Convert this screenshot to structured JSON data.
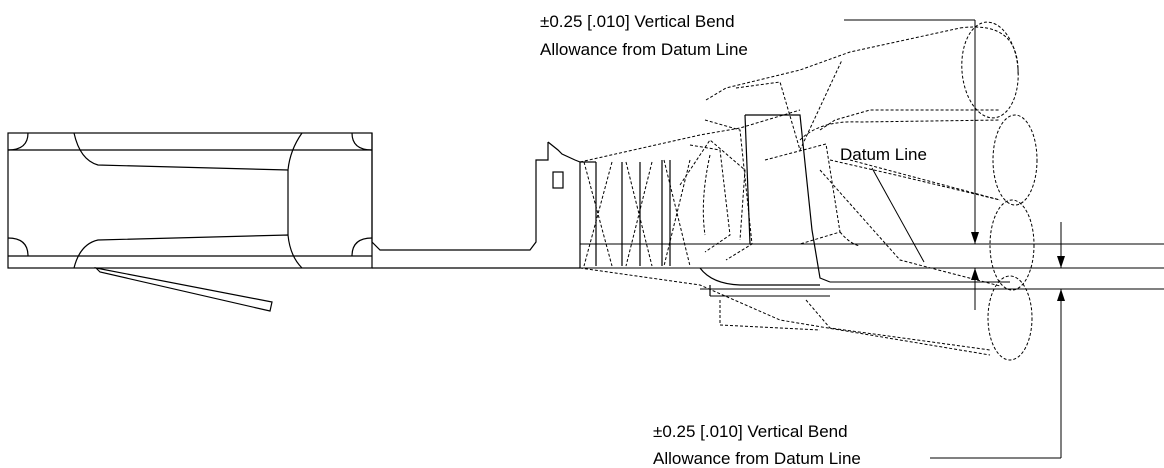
{
  "annotations": {
    "top_line1": "±0.25 [.010] Vertical Bend",
    "top_line2": "Allowance from Datum Line",
    "datum": "Datum Line",
    "bottom_line1": "±0.25 [.010] Vertical Bend",
    "bottom_line2": "Allowance from Datum Line"
  }
}
